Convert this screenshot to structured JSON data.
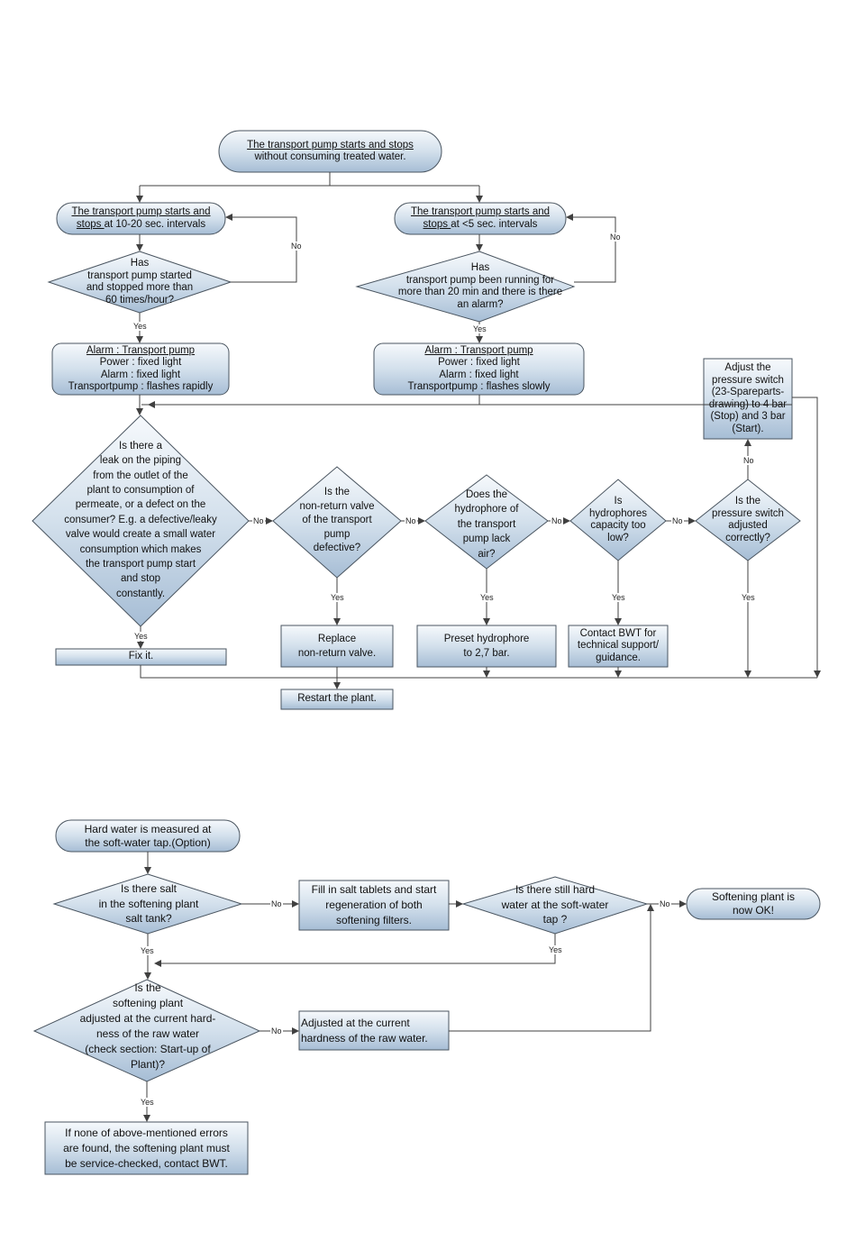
{
  "top_flow": {
    "start": {
      "line1": "The transport pump starts and stops",
      "line2": "without consuming treated water."
    },
    "left_branch": {
      "condition": {
        "line1": "The transport pump starts and",
        "line2_u": "stops ",
        "line2_rest": "at 10-20 sec. intervals"
      },
      "decision": [
        "Has",
        "transport pump started",
        "and stopped more than",
        "60 times/hour?"
      ],
      "alarm": {
        "title": "Alarm : Transport pump",
        "line1": "Power   : fixed light",
        "line2": "Alarm   : fixed light",
        "line3": "Transportpump : flashes rapidly"
      }
    },
    "right_branch": {
      "condition": {
        "line1": "The transport pump starts and",
        "line2_u": "stops ",
        "line2_rest": "at <5 sec. intervals"
      },
      "decision": [
        "Has",
        "transport pump been running for",
        "more than 20 min and there is there",
        "an alarm?"
      ],
      "alarm": {
        "title": "Alarm : Transport pump",
        "line1": "Power   : fixed light",
        "line2": "Alarm   : fixed light",
        "line3": "Transportpump : flashes slowly"
      }
    },
    "leak_decision": [
      "Is there a",
      "leak on the piping",
      "from the outlet of the",
      "plant to consumption of",
      "permeate, or a defect on the",
      "consumer? E.g. a defective/leaky",
      "valve would create a small water",
      "consumption which makes",
      "the transport pump start",
      "and stop",
      "constantly."
    ],
    "nonreturn_decision": [
      "Is the",
      "non-return valve",
      "of the transport",
      "pump",
      "defective?"
    ],
    "hydrophore_decision": [
      "Does the",
      "hydrophore of",
      "the transport",
      "pump lack",
      "air?"
    ],
    "capacity_decision": [
      "Is",
      "hydrophores",
      "capacity too",
      "low?"
    ],
    "pressure_decision": [
      "Is the",
      "pressure switch",
      "adjusted",
      "correctly?"
    ],
    "adjust_box": [
      "Adjust the",
      "pressure switch",
      "(23-Spareparts-",
      "drawing) to 4 bar",
      "(Stop) and 3 bar",
      "(Start)."
    ],
    "fix_box": "Fix it.",
    "replace_box": [
      "Replace",
      "non-return valve."
    ],
    "preset_box": [
      "Preset hydrophore",
      "to 2,7 bar."
    ],
    "contact_box": [
      "Contact BWT for",
      "technical support/",
      "guidance."
    ],
    "restart_box": "Restart the plant."
  },
  "bottom_flow": {
    "start": [
      "Hard water is measured at",
      "the soft-water tap.(Option)"
    ],
    "salt_decision": [
      "Is there salt",
      "in the softening plant",
      "salt tank?"
    ],
    "fill_box": [
      "Fill in salt tablets and start",
      "regeneration of both",
      "softening filters."
    ],
    "still_hard_decision": [
      "Is there still hard",
      "water at the soft-water",
      "tap ?"
    ],
    "ok_end": [
      "Softening plant is",
      "now OK!"
    ],
    "adjusted_decision": [
      "Is the",
      "softening plant",
      "adjusted at the current hard-",
      "ness of the raw water",
      "(check section: Start-up of",
      "Plant)?"
    ],
    "adjust_box": [
      "Adjusted at the current",
      "hardness of the raw water."
    ],
    "final_box": [
      "If none of above-mentioned errors",
      "are found, the softening plant must",
      "be service-checked, contact BWT."
    ]
  },
  "labels": {
    "yes": "Yes",
    "no": "No"
  },
  "colors": {
    "fill_top": "#f4f7fb",
    "fill_bottom": "#a9bfd6",
    "stroke": "#4a5560",
    "line": "#404040"
  }
}
